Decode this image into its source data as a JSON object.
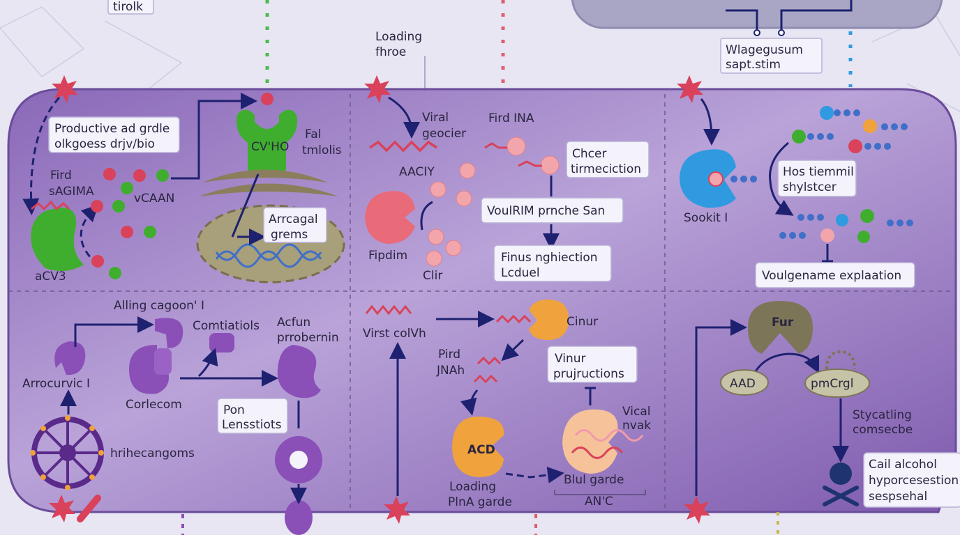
{
  "colors": {
    "background": "#e6e4f2",
    "panel": "#9a7cc4",
    "arrow": "#1e2170",
    "green_protein": "#3fae2e",
    "red_marker": "#d9425a",
    "pink_protein": "#e96a78",
    "blue_protein": "#2f9ae0",
    "orange_protein": "#f0a23c",
    "olive_protein": "#7c7558",
    "purple_protein": "#8b4fb8"
  },
  "top": {
    "corner_label": "tirolk",
    "loading": [
      "Loading",
      "fhroe"
    ],
    "membrane_box": [
      "Wlagegusum",
      "sapt.stim"
    ]
  },
  "panel_1": {
    "box": [
      "Productive ad grdle",
      "olkgoess drjv/bio"
    ],
    "fird": [
      "Fird",
      "sAGIMA"
    ],
    "vcaan": "vCAAN",
    "acv3": "aCV3",
    "receptor": "CV'HO",
    "fal": [
      "Fal",
      "tmlolis"
    ],
    "nucleus_box": [
      "Arrcagal",
      "grems"
    ]
  },
  "panel_2": {
    "viral": [
      "Viral",
      "geocier"
    ],
    "aaciy": "AACIY",
    "fipdim": "Fipdim",
    "clir": "Clir",
    "fird_ina": "Fird INA",
    "box_chcer": [
      "Chcer",
      "tirmeciction"
    ],
    "box_voulrim": "VoulRIM prnche San",
    "box_finus": [
      "Finus nghiection",
      "Lcduel"
    ]
  },
  "panel_3": {
    "sookit": "Sookit I",
    "box_hos": [
      "Hos tiemmil",
      "shylstcer"
    ],
    "box_voulgename": "Voulgename explaation"
  },
  "panel_4": {
    "alling": "Alling cagoon' I",
    "comtiatiols": "Comtiatiols",
    "acfun": [
      "Acfun",
      "prrobernin"
    ],
    "arrocurvic": "Arrocurvic I",
    "corlecom": "Corlecom",
    "box_pon": [
      "Pon",
      "Lensstiots"
    ],
    "hrihecangoms": "hrihecangoms"
  },
  "panel_5": {
    "virst": "Virst colVh",
    "cinur": "Cinur",
    "pird": [
      "Pird",
      "JNAh"
    ],
    "acd": "ACD",
    "loading": [
      "Loading",
      "PlnA garde"
    ],
    "box_vinur": [
      "Vinur",
      "prujructions"
    ],
    "vical": [
      "Vical",
      "nvak"
    ],
    "blul": "Blul garde",
    "anc": "AN'C"
  },
  "panel_6": {
    "fur": "Fur",
    "aad": "AAD",
    "pmcrgl": "pmCrgl",
    "stycatling": [
      "Stycatling",
      "comsecbe"
    ],
    "box_cail": [
      "Cail alcohol",
      "hyporcesestion",
      "sespsehal"
    ]
  }
}
